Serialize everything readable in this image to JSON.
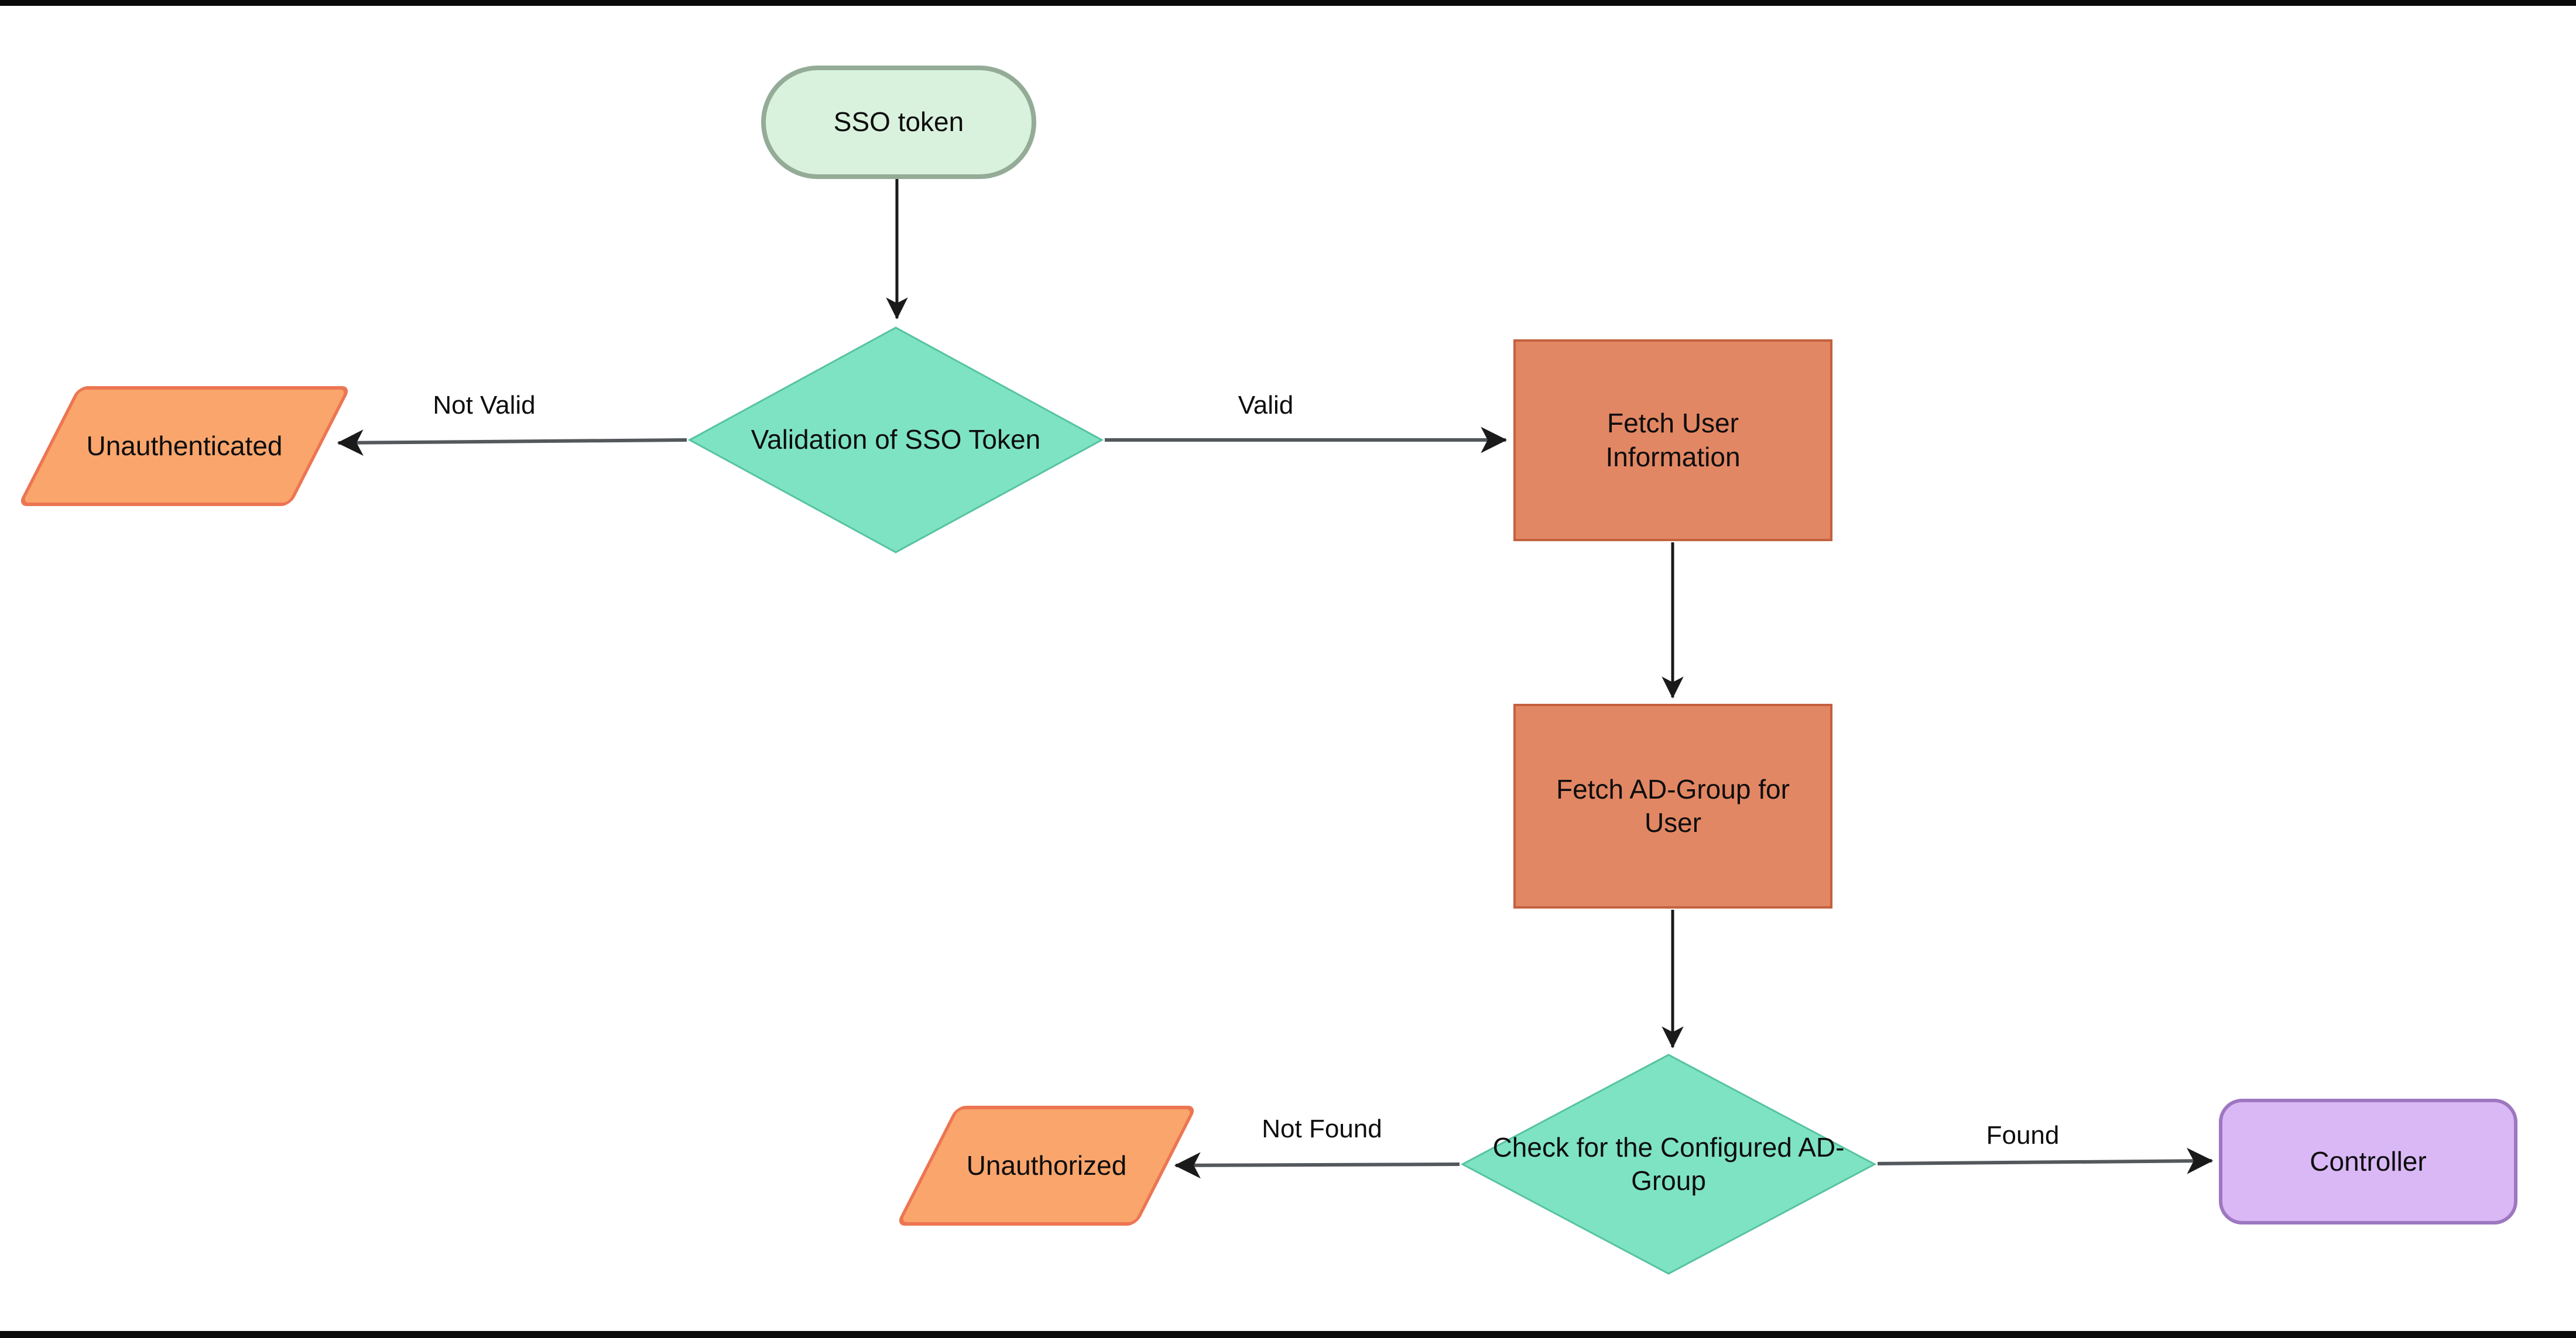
{
  "diagram": {
    "type": "flowchart",
    "nodes": [
      {
        "id": "sso-token",
        "shape": "terminator",
        "label": "SSO token",
        "fill": "#d9f2de",
        "stroke": "#94ac97"
      },
      {
        "id": "validate-token",
        "shape": "decision",
        "label": "Validation of SSO Token",
        "fill": "#7ee3c3",
        "stroke": "#57c3a0"
      },
      {
        "id": "unauthenticated",
        "shape": "data-parallelogram",
        "label": "Unauthenticated",
        "fill": "#f9a56c",
        "stroke": "#ed7552"
      },
      {
        "id": "fetch-user-info",
        "shape": "process",
        "label": "Fetch User Information",
        "fill": "#e28764",
        "stroke": "#c4613e"
      },
      {
        "id": "fetch-ad-group",
        "shape": "process",
        "label": "Fetch AD-Group for User",
        "fill": "#e28764",
        "stroke": "#c4613e"
      },
      {
        "id": "check-ad-group",
        "shape": "decision",
        "label": "Check for the Configured AD-Group",
        "fill": "#7ee3c3",
        "stroke": "#57c3a0"
      },
      {
        "id": "unauthorized",
        "shape": "data-parallelogram",
        "label": "Unauthorized",
        "fill": "#f9a56c",
        "stroke": "#ed7552"
      },
      {
        "id": "controller",
        "shape": "rounded-rect",
        "label": "Controller",
        "fill": "#dab8f6",
        "stroke": "#9d77c0"
      }
    ],
    "edges": [
      {
        "from": "sso-token",
        "to": "validate-token",
        "label": ""
      },
      {
        "from": "validate-token",
        "to": "unauthenticated",
        "label": "Not Valid"
      },
      {
        "from": "validate-token",
        "to": "fetch-user-info",
        "label": "Valid"
      },
      {
        "from": "fetch-user-info",
        "to": "fetch-ad-group",
        "label": ""
      },
      {
        "from": "fetch-ad-group",
        "to": "check-ad-group",
        "label": ""
      },
      {
        "from": "check-ad-group",
        "to": "unauthorized",
        "label": "Not Found"
      },
      {
        "from": "check-ad-group",
        "to": "controller",
        "label": "Found"
      }
    ],
    "colors": {
      "connector_line": "#54585c",
      "connector_line_dark": "#1a1a1a",
      "arrowhead": "#1a1a1a",
      "background": "#ffffff",
      "frame_bars": "#0a0a0a"
    }
  }
}
